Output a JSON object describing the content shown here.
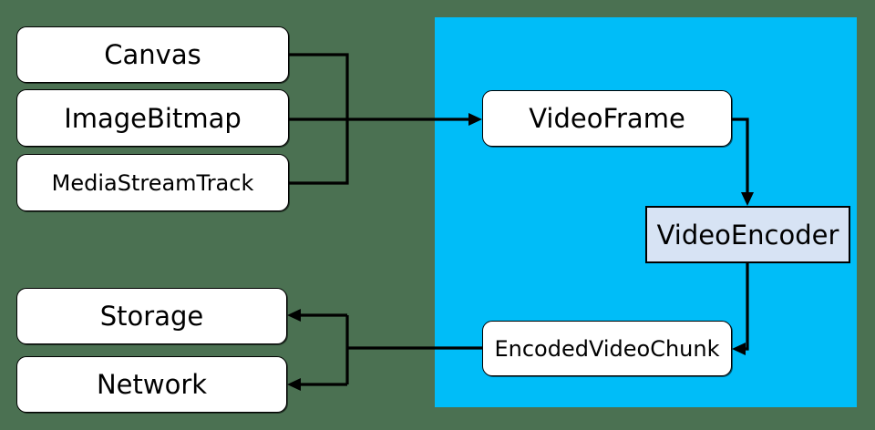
{
  "diagram": {
    "nodes": {
      "canvas": {
        "label": "Canvas"
      },
      "image_bitmap": {
        "label": "ImageBitmap"
      },
      "media_stream_track": {
        "label": "MediaStreamTrack"
      },
      "video_frame": {
        "label": "VideoFrame"
      },
      "video_encoder": {
        "label": "VideoEncoder"
      },
      "encoded_video_chunk": {
        "label": "EncodedVideoChunk"
      },
      "storage": {
        "label": "Storage"
      },
      "network": {
        "label": "Network"
      }
    },
    "edges": [
      {
        "from": "Canvas",
        "to": "VideoFrame"
      },
      {
        "from": "ImageBitmap",
        "to": "VideoFrame"
      },
      {
        "from": "MediaStreamTrack",
        "to": "VideoFrame"
      },
      {
        "from": "VideoFrame",
        "to": "VideoEncoder"
      },
      {
        "from": "VideoEncoder",
        "to": "EncodedVideoChunk"
      },
      {
        "from": "EncodedVideoChunk",
        "to": "Storage"
      },
      {
        "from": "EncodedVideoChunk",
        "to": "Network"
      }
    ],
    "colors": {
      "background": "#4b7152",
      "codec_region": "#00bdf8",
      "node_fill": "#ffffff",
      "encoder_fill": "#d7e3f4",
      "line": "#000000"
    }
  }
}
